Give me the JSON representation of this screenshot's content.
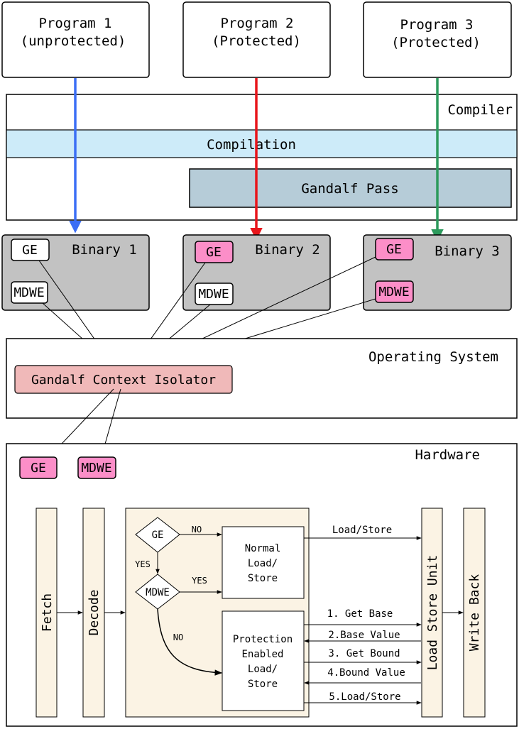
{
  "programs": [
    {
      "line1": "Program 1",
      "line2": "(unprotected)"
    },
    {
      "line1": "Program 2",
      "line2": "(Protected)"
    },
    {
      "line1": "Program 3",
      "line2": "(Protected)"
    }
  ],
  "compiler": {
    "title": "Compiler",
    "compilation": "Compilation",
    "gandalf_pass": "Gandalf Pass"
  },
  "binaries": [
    {
      "title": "Binary 1",
      "ge": "GE",
      "mdwe": "MDWE"
    },
    {
      "title": "Binary 2",
      "ge": "GE",
      "mdwe": "MDWE"
    },
    {
      "title": "Binary 3",
      "ge": "GE",
      "mdwe": "MDWE"
    }
  ],
  "os": {
    "title": "Operating System",
    "isolator": "Gandalf Context Isolator"
  },
  "hardware": {
    "title": "Hardware",
    "ge": "GE",
    "mdwe": "MDWE",
    "fetch": "Fetch",
    "decode": "Decode",
    "lsu": "Load Store Unit",
    "write_back": "Write Back",
    "ge_diamond": "GE",
    "mdwe_diamond": "MDWE",
    "no1": "NO",
    "yes1": "YES",
    "yes2": "YES",
    "no2": "NO",
    "normal_lines": [
      "Normal",
      "Load/",
      "Store"
    ],
    "protected_lines": [
      "Protection",
      "Enabled",
      "Load/",
      "Store"
    ],
    "load_store": "Load/Store",
    "steps": [
      "1. Get Base",
      "2.Base Value",
      "3. Get Bound",
      "4.Bound Value",
      "5.Load/Store"
    ]
  },
  "colors": {
    "program1_arrow": "#3b6ef5",
    "program2_arrow": "#e8151b",
    "program3_arrow": "#2c9a5c",
    "compilation_band": "#cdebf9",
    "gandalf_pass": "#b6ccd8",
    "binary_bg": "#c2c2c2",
    "pink": "#fc8ec8",
    "isolator": "#f0b9b9",
    "pipeline": "#fbf3e4"
  }
}
